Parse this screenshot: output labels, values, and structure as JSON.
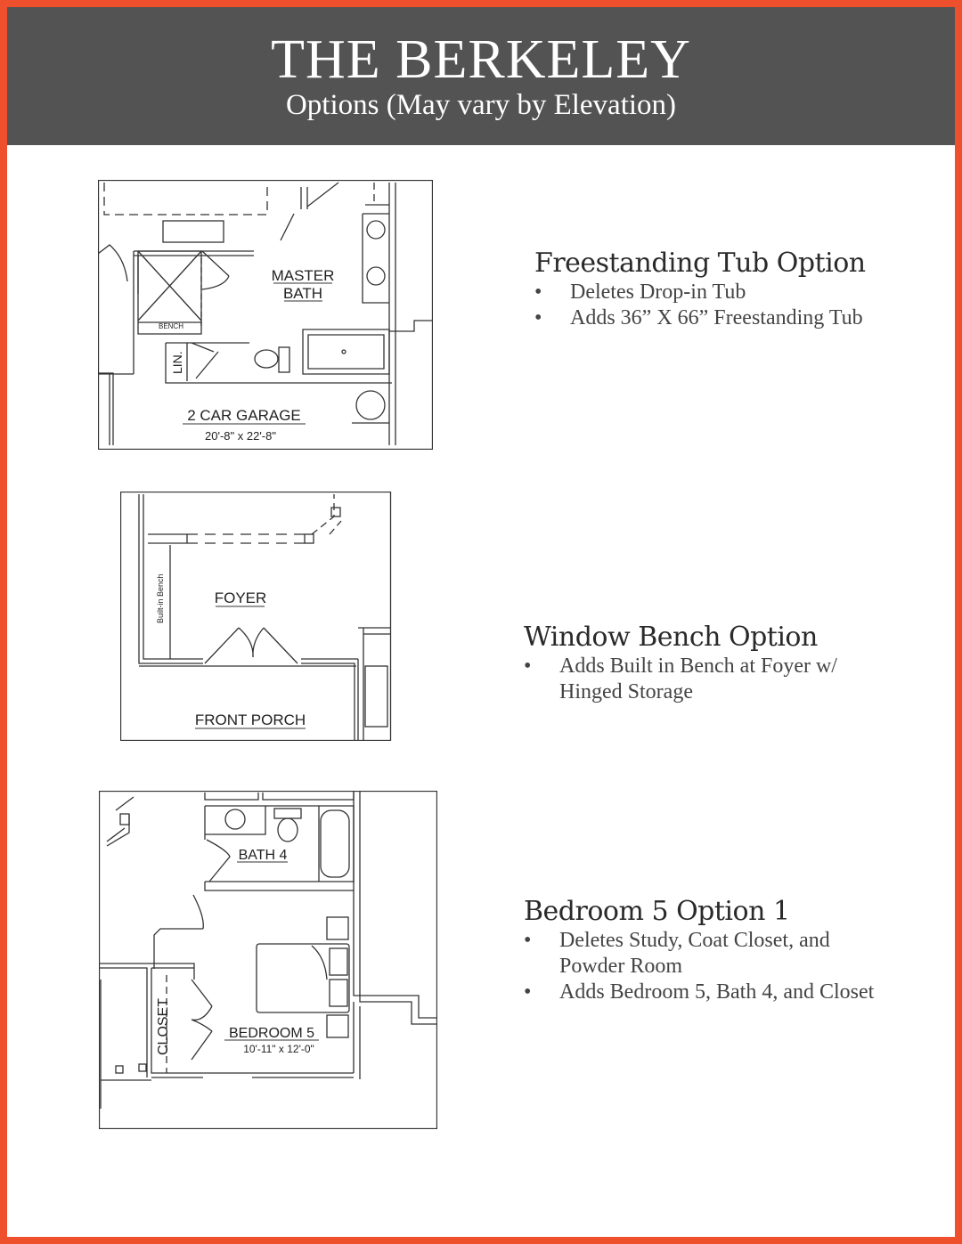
{
  "header": {
    "title": "THE BERKELEY",
    "subtitle": "Options (May vary by Elevation)"
  },
  "colors": {
    "border": "#ee4f2c",
    "header_bg": "#535353"
  },
  "options": [
    {
      "title": "Freestanding Tub Option",
      "bullets": [
        "Deletes Drop-in Tub",
        "Adds 36” X 66” Freestanding Tub"
      ],
      "plan_labels": {
        "room1": "MASTER",
        "room2": "BATH",
        "bench": "BENCH",
        "linen": "LIN.",
        "garage": "2 CAR GARAGE",
        "garage_dim": "20'-8\" x 22'-8\""
      }
    },
    {
      "title": "Window Bench Option",
      "bullets": [
        "Adds Built in Bench at Foyer w/ Hinged Storage"
      ],
      "plan_labels": {
        "bench": "Built-in Bench",
        "foyer": "FOYER",
        "porch": "FRONT PORCH"
      }
    },
    {
      "title": "Bedroom 5 Option 1",
      "bullets": [
        "Deletes Study, Coat Closet, and Powder Room",
        "Adds Bedroom 5, Bath 4, and Closet"
      ],
      "plan_labels": {
        "bath": "BATH 4",
        "closet": "CLOSET",
        "bedroom": "BEDROOM 5",
        "bedroom_dim": "10'-11\" x 12'-0\""
      }
    }
  ]
}
